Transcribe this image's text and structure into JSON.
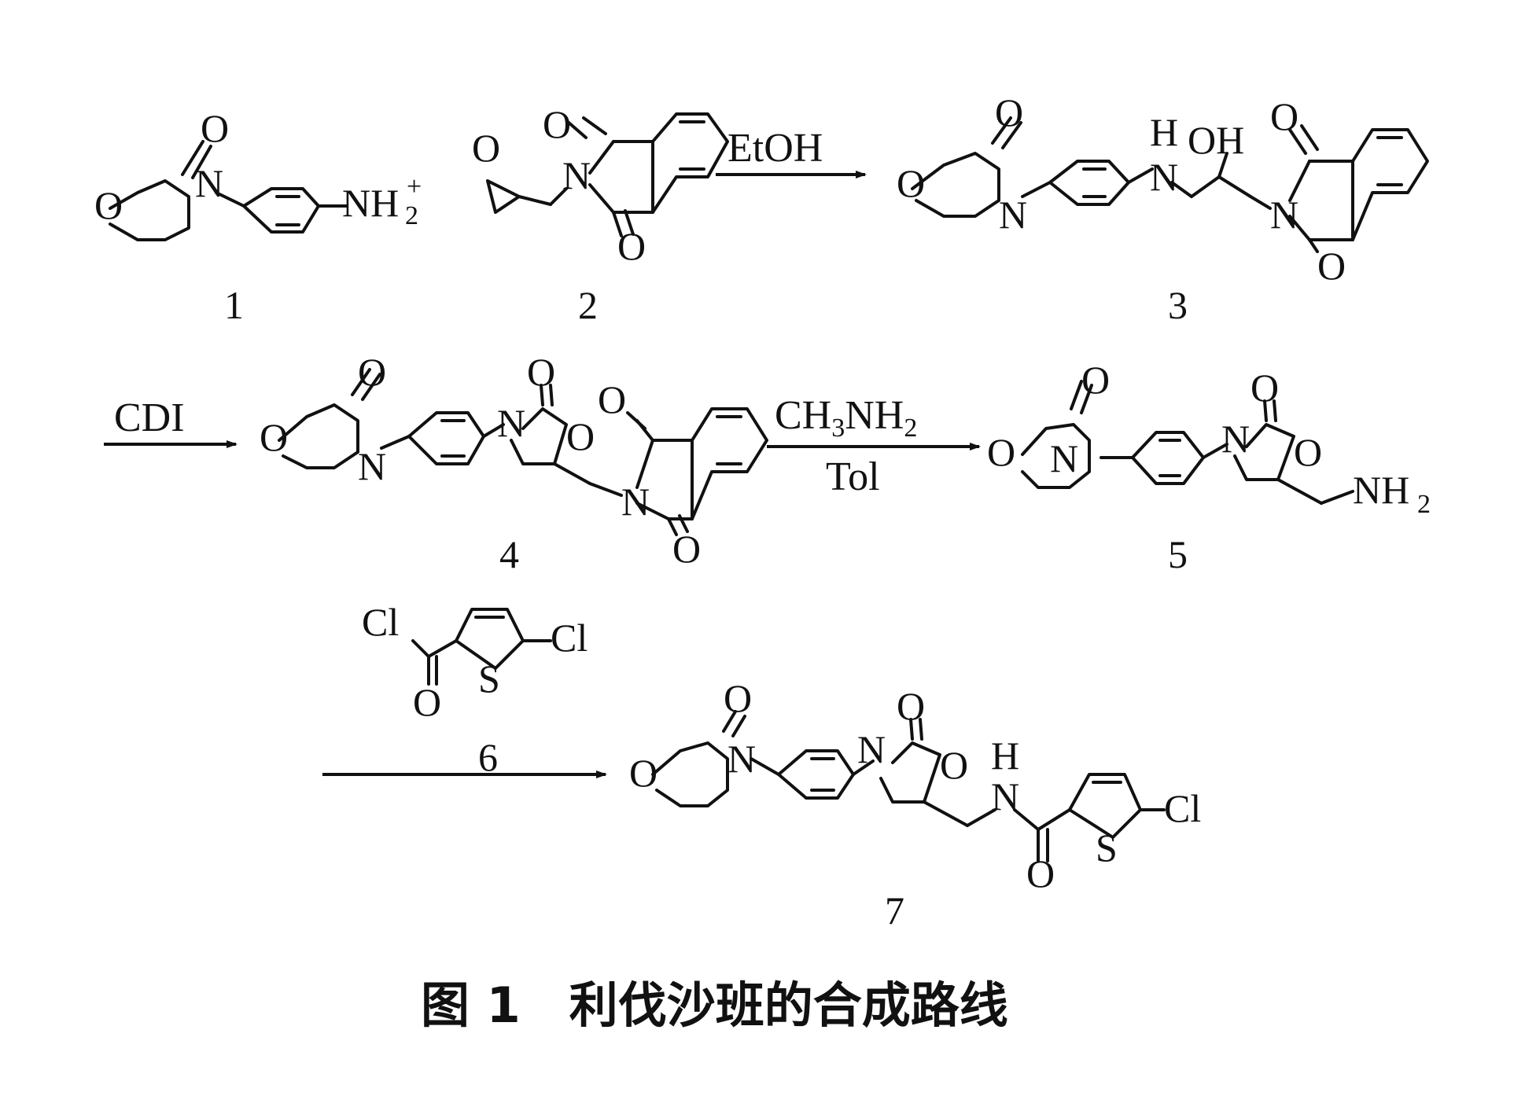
{
  "labels": {
    "O": "O",
    "N": "N",
    "H": "H",
    "OH": "OH",
    "S": "S",
    "Cl": "Cl",
    "NH": "NH",
    "NH2_main": "NH",
    "sub2": "2",
    "sup_plus": "+"
  },
  "reagents": {
    "step1": "EtOH",
    "step2": "CDI",
    "step3_top_main": "CH",
    "step3_top_sub3": "3",
    "step3_top_mid": "NH",
    "step3_top_sub2": "2",
    "step3_bottom": "Tol",
    "step4": "6"
  },
  "compounds": [
    "1",
    "2",
    "3",
    "4",
    "5",
    "6",
    "7"
  ],
  "caption": "图 1　利伐沙班的合成路线"
}
